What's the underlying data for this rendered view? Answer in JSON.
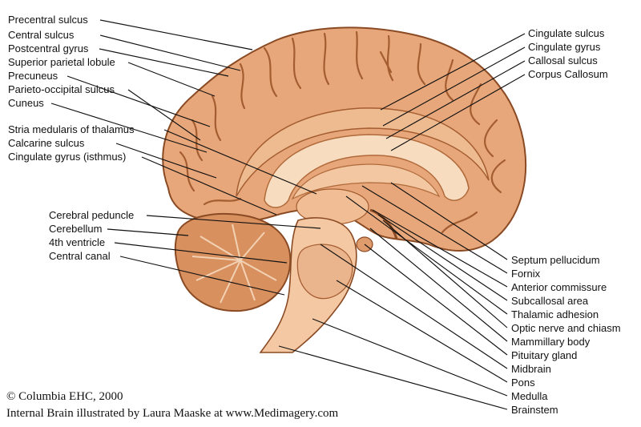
{
  "colors": {
    "brain_fill": "#e7a77a",
    "brain_outline": "#8a4a23",
    "sulcus": "#a45d30",
    "inner_light": "#f2c7a2",
    "corpus_callosum": "#f8dcc0",
    "cerebellum": "#d8905f",
    "brainstem": "#f4c8a3"
  },
  "labels_left": [
    "Precentral sulcus",
    "Central sulcus",
    "Postcentral gyrus",
    "Superior parietal lobule",
    "Precuneus",
    "Parieto-occipital sulcus",
    "Cuneus",
    "Stria medularis of thalamus",
    "Calcarine sulcus",
    "Cingulate gyrus (isthmus)",
    "Cerebral peduncle",
    "Cerebellum",
    "4th ventricle",
    "Central canal"
  ],
  "labels_right_top": [
    "Cingulate sulcus",
    "Cingulate gyrus",
    "Callosal sulcus",
    "Corpus Callosum"
  ],
  "labels_right_bottom": [
    "Septum pellucidum",
    "Fornix",
    "Anterior commissure",
    "Subcallosal area",
    "Thalamic adhesion",
    "Optic nerve and chiasm",
    "Mammillary body",
    "Pituitary gland",
    "Midbrain",
    "Pons",
    "Medulla",
    "Brainstem"
  ],
  "credits": {
    "copyright": "© Columbia EHC, 2000",
    "illustrator": "Internal Brain illustrated by Laura Maaske at www.Medimagery.com"
  }
}
